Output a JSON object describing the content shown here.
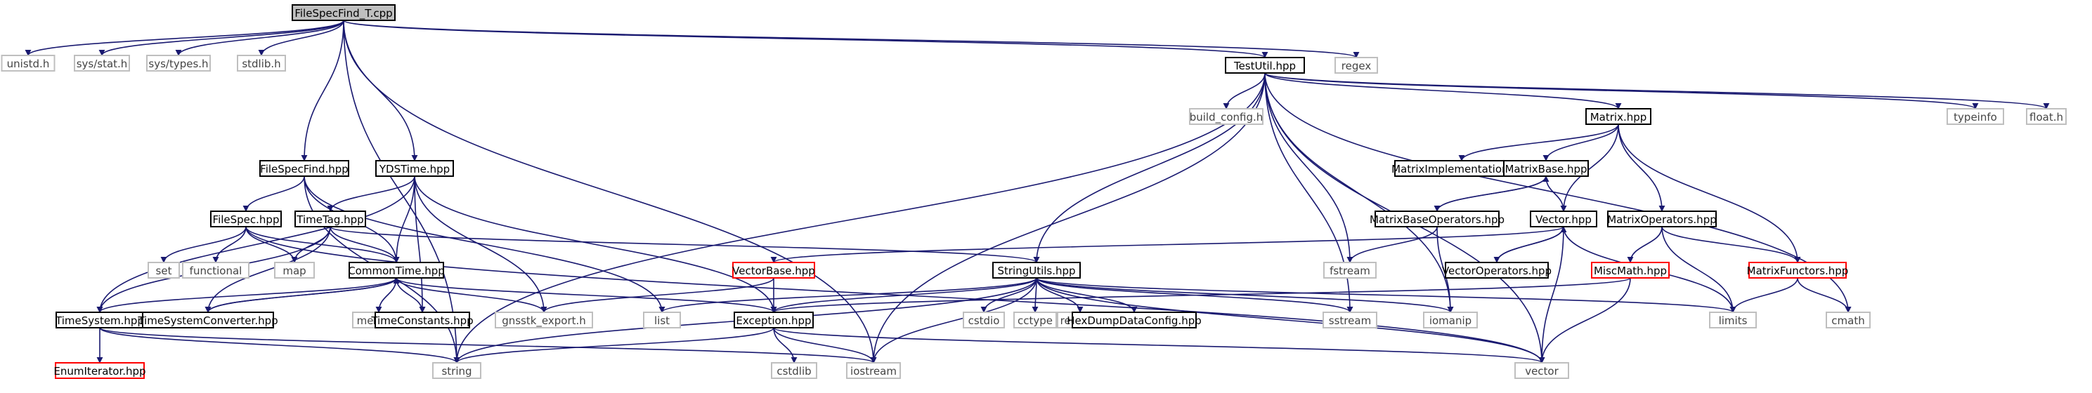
{
  "colors": {
    "edge": "#191970",
    "border_default": "#000000",
    "border_missing": "#bfbfbf",
    "border_truncated": "#ff0000",
    "root_fill": "#bfbfbf",
    "fill": "#ffffff",
    "text_default": "#000000",
    "text_missing": "#444444"
  },
  "nodes": [
    {
      "id": "root",
      "label": "FileSpecFind_T.cpp",
      "kind": "root"
    },
    {
      "id": "unistd",
      "label": "unistd.h",
      "kind": "missing"
    },
    {
      "id": "sysstat",
      "label": "sys/stat.h",
      "kind": "missing"
    },
    {
      "id": "systypes",
      "label": "sys/types.h",
      "kind": "missing"
    },
    {
      "id": "stdlib",
      "label": "stdlib.h",
      "kind": "missing"
    },
    {
      "id": "testutil",
      "label": "TestUtil.hpp",
      "kind": "default"
    },
    {
      "id": "regex",
      "label": "regex",
      "kind": "missing"
    },
    {
      "id": "buildconfig",
      "label": "build_config.h",
      "kind": "missing"
    },
    {
      "id": "matrix",
      "label": "Matrix.hpp",
      "kind": "default"
    },
    {
      "id": "typeinfo",
      "label": "typeinfo",
      "kind": "missing"
    },
    {
      "id": "floath",
      "label": "float.h",
      "kind": "missing"
    },
    {
      "id": "filespecfind",
      "label": "FileSpecFind.hpp",
      "kind": "default"
    },
    {
      "id": "ydstime",
      "label": "YDSTime.hpp",
      "kind": "default"
    },
    {
      "id": "matriximpl",
      "label": "MatrixImplementation.hpp",
      "kind": "default"
    },
    {
      "id": "matrixbase",
      "label": "MatrixBase.hpp",
      "kind": "default"
    },
    {
      "id": "filespec",
      "label": "FileSpec.hpp",
      "kind": "default"
    },
    {
      "id": "timetag",
      "label": "TimeTag.hpp",
      "kind": "default"
    },
    {
      "id": "matrixbaseops",
      "label": "MatrixBaseOperators.hpp",
      "kind": "default"
    },
    {
      "id": "vector_hpp",
      "label": "Vector.hpp",
      "kind": "default"
    },
    {
      "id": "matrixops",
      "label": "MatrixOperators.hpp",
      "kind": "default"
    },
    {
      "id": "set",
      "label": "set",
      "kind": "missing"
    },
    {
      "id": "functional",
      "label": "functional",
      "kind": "missing"
    },
    {
      "id": "map",
      "label": "map",
      "kind": "missing"
    },
    {
      "id": "commontime",
      "label": "CommonTime.hpp",
      "kind": "default"
    },
    {
      "id": "vectorbase",
      "label": "VectorBase.hpp",
      "kind": "truncated"
    },
    {
      "id": "stringutils",
      "label": "StringUtils.hpp",
      "kind": "default"
    },
    {
      "id": "fstream",
      "label": "fstream",
      "kind": "missing"
    },
    {
      "id": "vectorops",
      "label": "VectorOperators.hpp",
      "kind": "default"
    },
    {
      "id": "miscmath",
      "label": "MiscMath.hpp",
      "kind": "truncated"
    },
    {
      "id": "matrixfunctors",
      "label": "MatrixFunctors.hpp",
      "kind": "truncated"
    },
    {
      "id": "timesystem",
      "label": "TimeSystem.hpp",
      "kind": "default"
    },
    {
      "id": "timesysconv",
      "label": "TimeSystemConverter.hpp",
      "kind": "default"
    },
    {
      "id": "memory",
      "label": "memory",
      "kind": "missing"
    },
    {
      "id": "timeconstants",
      "label": "TimeConstants.hpp",
      "kind": "default"
    },
    {
      "id": "gnsstkexport",
      "label": "gnsstk_export.h",
      "kind": "missing"
    },
    {
      "id": "list",
      "label": "list",
      "kind": "missing"
    },
    {
      "id": "exception",
      "label": "Exception.hpp",
      "kind": "default"
    },
    {
      "id": "cstdio",
      "label": "cstdio",
      "kind": "missing"
    },
    {
      "id": "cctype",
      "label": "cctype",
      "kind": "missing"
    },
    {
      "id": "regexh",
      "label": "regex.h",
      "kind": "missing"
    },
    {
      "id": "hexdump",
      "label": "HexDumpDataConfig.hpp",
      "kind": "default"
    },
    {
      "id": "sstream",
      "label": "sstream",
      "kind": "missing"
    },
    {
      "id": "iomanip",
      "label": "iomanip",
      "kind": "missing"
    },
    {
      "id": "limits",
      "label": "limits",
      "kind": "missing"
    },
    {
      "id": "cmath",
      "label": "cmath",
      "kind": "missing"
    },
    {
      "id": "enumiterator",
      "label": "EnumIterator.hpp",
      "kind": "truncated"
    },
    {
      "id": "string",
      "label": "string",
      "kind": "missing"
    },
    {
      "id": "cstdlib",
      "label": "cstdlib",
      "kind": "missing"
    },
    {
      "id": "iostream",
      "label": "iostream",
      "kind": "missing"
    },
    {
      "id": "vector",
      "label": "vector",
      "kind": "missing"
    }
  ],
  "edges": [
    [
      "root",
      "unistd"
    ],
    [
      "root",
      "sysstat"
    ],
    [
      "root",
      "systypes"
    ],
    [
      "root",
      "stdlib"
    ],
    [
      "root",
      "testutil"
    ],
    [
      "root",
      "regex"
    ],
    [
      "root",
      "filespecfind"
    ],
    [
      "root",
      "ydstime"
    ],
    [
      "root",
      "string"
    ],
    [
      "root",
      "iostream"
    ],
    [
      "testutil",
      "buildconfig"
    ],
    [
      "testutil",
      "matrix"
    ],
    [
      "testutil",
      "typeinfo"
    ],
    [
      "testutil",
      "floath"
    ],
    [
      "testutil",
      "stringutils"
    ],
    [
      "testutil",
      "fstream"
    ],
    [
      "testutil",
      "sstream"
    ],
    [
      "testutil",
      "iomanip"
    ],
    [
      "testutil",
      "cmath"
    ],
    [
      "testutil",
      "string"
    ],
    [
      "testutil",
      "iostream"
    ],
    [
      "testutil",
      "vector"
    ],
    [
      "matrix",
      "matriximpl"
    ],
    [
      "matrix",
      "matrixbase"
    ],
    [
      "matrix",
      "vector_hpp"
    ],
    [
      "matrix",
      "matrixops"
    ],
    [
      "matrix",
      "matrixfunctors"
    ],
    [
      "matrixbase",
      "matrixbaseops"
    ],
    [
      "matrixbase",
      "vector_hpp"
    ],
    [
      "matrixbaseops",
      "matrixbase"
    ],
    [
      "matrixbaseops",
      "fstream"
    ],
    [
      "matrixbaseops",
      "iomanip"
    ],
    [
      "vector_hpp",
      "vectorbase"
    ],
    [
      "vector_hpp",
      "vectorops"
    ],
    [
      "vector_hpp",
      "limits"
    ],
    [
      "vector_hpp",
      "vector"
    ],
    [
      "vectorops",
      "vector_hpp"
    ],
    [
      "matrixops",
      "miscmath"
    ],
    [
      "matrixops",
      "matrixfunctors"
    ],
    [
      "matrixops",
      "limits"
    ],
    [
      "matrixfunctors",
      "limits"
    ],
    [
      "matrixfunctors",
      "cmath"
    ],
    [
      "miscmath",
      "exception"
    ],
    [
      "miscmath",
      "vector"
    ],
    [
      "vectorbase",
      "exception"
    ],
    [
      "vectorbase",
      "gnsstkexport"
    ],
    [
      "filespecfind",
      "filespec"
    ],
    [
      "filespecfind",
      "commontime"
    ],
    [
      "filespecfind",
      "list"
    ],
    [
      "filespecfind",
      "string"
    ],
    [
      "ydstime",
      "timetag"
    ],
    [
      "ydstime",
      "commontime"
    ],
    [
      "ydstime",
      "timeconstants"
    ],
    [
      "ydstime",
      "timesystem"
    ],
    [
      "ydstime",
      "gnsstkexport"
    ],
    [
      "ydstime",
      "exception"
    ],
    [
      "filespec",
      "set"
    ],
    [
      "filespec",
      "functional"
    ],
    [
      "filespec",
      "map"
    ],
    [
      "filespec",
      "commontime"
    ],
    [
      "filespec",
      "vector"
    ],
    [
      "timetag",
      "map"
    ],
    [
      "timetag",
      "commontime"
    ],
    [
      "timetag",
      "timesystem"
    ],
    [
      "timetag",
      "timesysconv"
    ],
    [
      "timetag",
      "stringutils"
    ],
    [
      "commontime",
      "timesystem"
    ],
    [
      "commontime",
      "timesysconv"
    ],
    [
      "commontime",
      "memory"
    ],
    [
      "commontime",
      "timeconstants"
    ],
    [
      "commontime",
      "gnsstkexport"
    ],
    [
      "commontime",
      "exception"
    ],
    [
      "timesysconv",
      "commontime"
    ],
    [
      "timesystem",
      "enumiterator"
    ],
    [
      "timesystem",
      "string"
    ],
    [
      "timesystem",
      "iostream"
    ],
    [
      "stringutils",
      "list"
    ],
    [
      "stringutils",
      "exception"
    ],
    [
      "stringutils",
      "cstdio"
    ],
    [
      "stringutils",
      "cctype"
    ],
    [
      "stringutils",
      "regexh"
    ],
    [
      "stringutils",
      "hexdump"
    ],
    [
      "stringutils",
      "sstream"
    ],
    [
      "stringutils",
      "iomanip"
    ],
    [
      "stringutils",
      "limits"
    ],
    [
      "stringutils",
      "string"
    ],
    [
      "stringutils",
      "iostream"
    ],
    [
      "stringutils",
      "vector"
    ],
    [
      "exception",
      "cstdlib"
    ],
    [
      "exception",
      "iostream"
    ],
    [
      "exception",
      "vector"
    ],
    [
      "exception",
      "string"
    ]
  ]
}
